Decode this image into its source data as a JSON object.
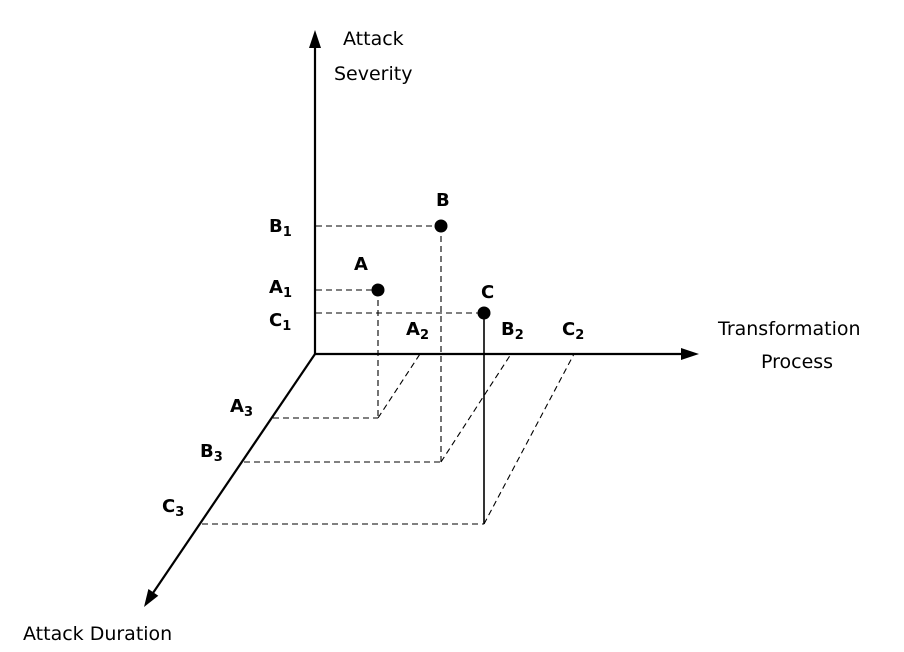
{
  "axes": {
    "severity": {
      "line1": "Attack",
      "line2": "Severity"
    },
    "process": {
      "line1": "Transformation",
      "line2": "Process"
    },
    "duration": {
      "label": "Attack Duration"
    }
  },
  "points": {
    "a": {
      "name": "A"
    },
    "b": {
      "name": "B"
    },
    "c": {
      "name": "C"
    }
  },
  "projections": {
    "a1": {
      "base": "A",
      "sub": "1"
    },
    "b1": {
      "base": "B",
      "sub": "1"
    },
    "c1": {
      "base": "C",
      "sub": "1"
    },
    "a2": {
      "base": "A",
      "sub": "2"
    },
    "b2": {
      "base": "B",
      "sub": "2"
    },
    "c2": {
      "base": "C",
      "sub": "2"
    },
    "a3": {
      "base": "A",
      "sub": "3"
    },
    "b3": {
      "base": "B",
      "sub": "3"
    },
    "c3": {
      "base": "C",
      "sub": "3"
    }
  },
  "colors": {
    "ink": "#000000",
    "background": "#ffffff"
  }
}
